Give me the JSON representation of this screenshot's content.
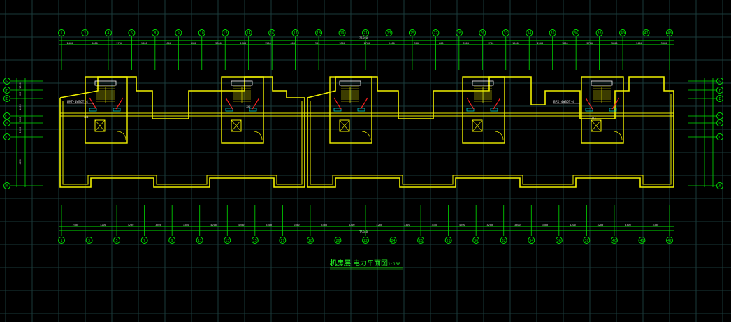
{
  "drawing": {
    "title_prefix": "机房层",
    "title_main": "电力平面图",
    "scale": "1:100",
    "total_dimension_top": "75600",
    "total_dimension_bottom": "75600"
  },
  "axes_top": [
    "1",
    "2",
    "4",
    "6",
    "8",
    "9",
    "10",
    "12",
    "14",
    "16",
    "17",
    "18",
    "19",
    "21",
    "23",
    "25",
    "27",
    "28",
    "30",
    "32",
    "34",
    "35",
    "36",
    "38",
    "40",
    "42",
    "43"
  ],
  "axes_bottom": [
    "1",
    "3",
    "5",
    "7",
    "9",
    "11",
    "13",
    "15",
    "17",
    "18",
    "20",
    "22",
    "24",
    "26",
    "28",
    "30",
    "32",
    "34",
    "36",
    "38",
    "40",
    "41",
    "42"
  ],
  "axes_left": [
    "G",
    "F",
    "E",
    "E1",
    "D",
    "C",
    "A"
  ],
  "axes_right": [
    "G",
    "F",
    "E",
    "E1",
    "D",
    "C",
    "A"
  ],
  "dims_top": [
    "2400",
    "3600",
    "2700",
    "1800",
    "600",
    "600",
    "3300",
    "1700",
    "1500",
    "600",
    "900",
    "1800",
    "2700",
    "2400",
    "900",
    "600",
    "3300",
    "2700",
    "1500",
    "2400",
    "1800",
    "2700",
    "3000",
    "2400",
    "3300"
  ],
  "dims_bottom": [
    "2500",
    "4200",
    "4200",
    "3300",
    "3300",
    "4200",
    "4200",
    "3300",
    "1400",
    "3300",
    "4200",
    "4200",
    "3300",
    "3300",
    "4200",
    "4200",
    "3300",
    "3300",
    "4200",
    "4200",
    "3300",
    "3300"
  ],
  "dims_left": [
    "1000",
    "600",
    "1800",
    "600",
    "1000",
    "4200"
  ],
  "panel_labels": [
    "WMT-1WBOT-4",
    "BPX-4WBOT-4"
  ],
  "small_labels": [
    "JX1",
    "JX2",
    "JX3"
  ],
  "colors": {
    "background": "#000000",
    "grid": "#1a3a3a",
    "wall": "#f0f000",
    "axis": "#00e000",
    "dim_text": "#d0d0d0",
    "equipment": "#00c8c8",
    "wiring": "#ff2020",
    "title": "#20e020"
  }
}
